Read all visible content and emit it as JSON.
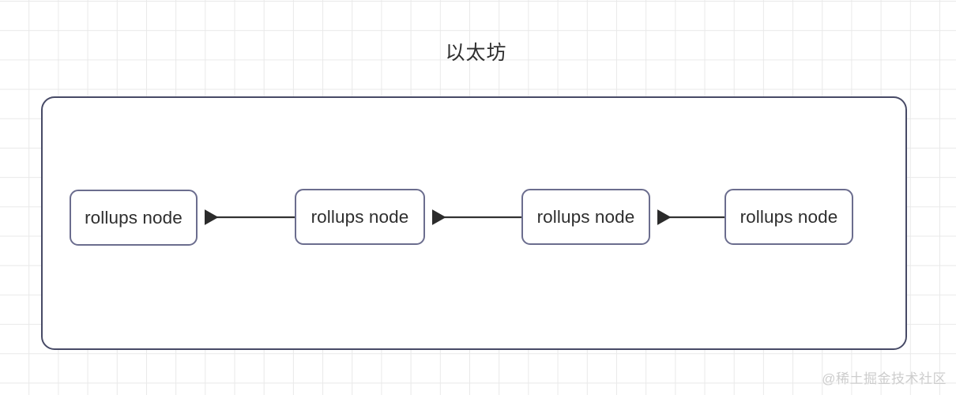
{
  "diagram": {
    "title": "以太坊",
    "title_color": "#2f2f2f",
    "background": "#ffffff",
    "grid_color": "#e9e9e9",
    "container": {
      "name": "ethereum-layer",
      "border_color": "#474a66"
    },
    "node_border_color": "#6b6d8e",
    "arrow_color": "#333333",
    "nodes": [
      {
        "label": "rollups node"
      },
      {
        "label": "rollups node"
      },
      {
        "label": "rollups node"
      },
      {
        "label": "rollups node"
      }
    ],
    "arrows": [
      {
        "from": "node-2",
        "to": "node-1",
        "direction": "left"
      },
      {
        "from": "node-3",
        "to": "node-2",
        "direction": "left"
      },
      {
        "from": "node-4",
        "to": "node-3",
        "direction": "left"
      }
    ]
  },
  "watermark": {
    "text": "@稀土掘金技术社区",
    "color": "#cdcdcd"
  }
}
